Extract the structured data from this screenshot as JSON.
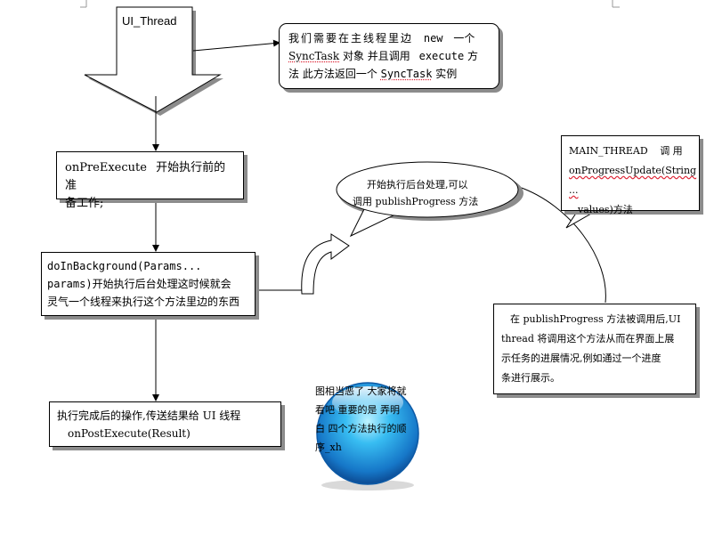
{
  "nodes": {
    "ui_thread": "UI_Thread",
    "create_task": {
      "line1": "我们需要在主线程里边",
      "new_kw": "new",
      "line1b": "一个",
      "synctask1": "SyncTask",
      "line2": "对象 并且调用",
      "execute_kw": "execute",
      "line2b": "方",
      "line3a": "法 此方法返回一个",
      "synctask2": "SyncTask",
      "line3b": "实例"
    },
    "pre_execute": {
      "method": "onPreExecute",
      "text1": "开始执行前的准",
      "text2": "备工作;"
    },
    "do_in_background": {
      "line1": "doInBackground(Params...",
      "params": "params)",
      "line2": "开始执行后台处理这时候就会",
      "line3": "灵气一个线程来执行这个方法里边的东西"
    },
    "post_execute": {
      "line1": "执行完成后的操作,传送结果给 UI 线程",
      "line2": "onPostExecute(Result)"
    },
    "callout_publish": {
      "line1": "开始执行后台处理,可以",
      "line2": "调用 publishProgress 方法"
    },
    "main_thread": {
      "line1a": "MAIN_THREAD",
      "line1b": "调 用",
      "line2": "onProgressUpdate(String ...",
      "line3": "values)方法"
    },
    "progress_info": {
      "line1": "在 publishProgress 方法被调用后,UI",
      "line2": "thread 将调用这个方法从而在界面上展",
      "line3": "示任务的进展情况,例如通过一个进度",
      "line4": "条进行展示。"
    },
    "sphere_note": {
      "line1": "图相当恶了 大家将就",
      "line2": "看吧 重要的是 弄明",
      "line3": "白 四个方法执行的顺",
      "line4": "序_xh"
    }
  },
  "colors": {
    "sphere_light": "#8fe3ff",
    "sphere_mid": "#1e9ee6",
    "sphere_dark": "#0a4f9a",
    "shadow": "#8c8c8c"
  }
}
